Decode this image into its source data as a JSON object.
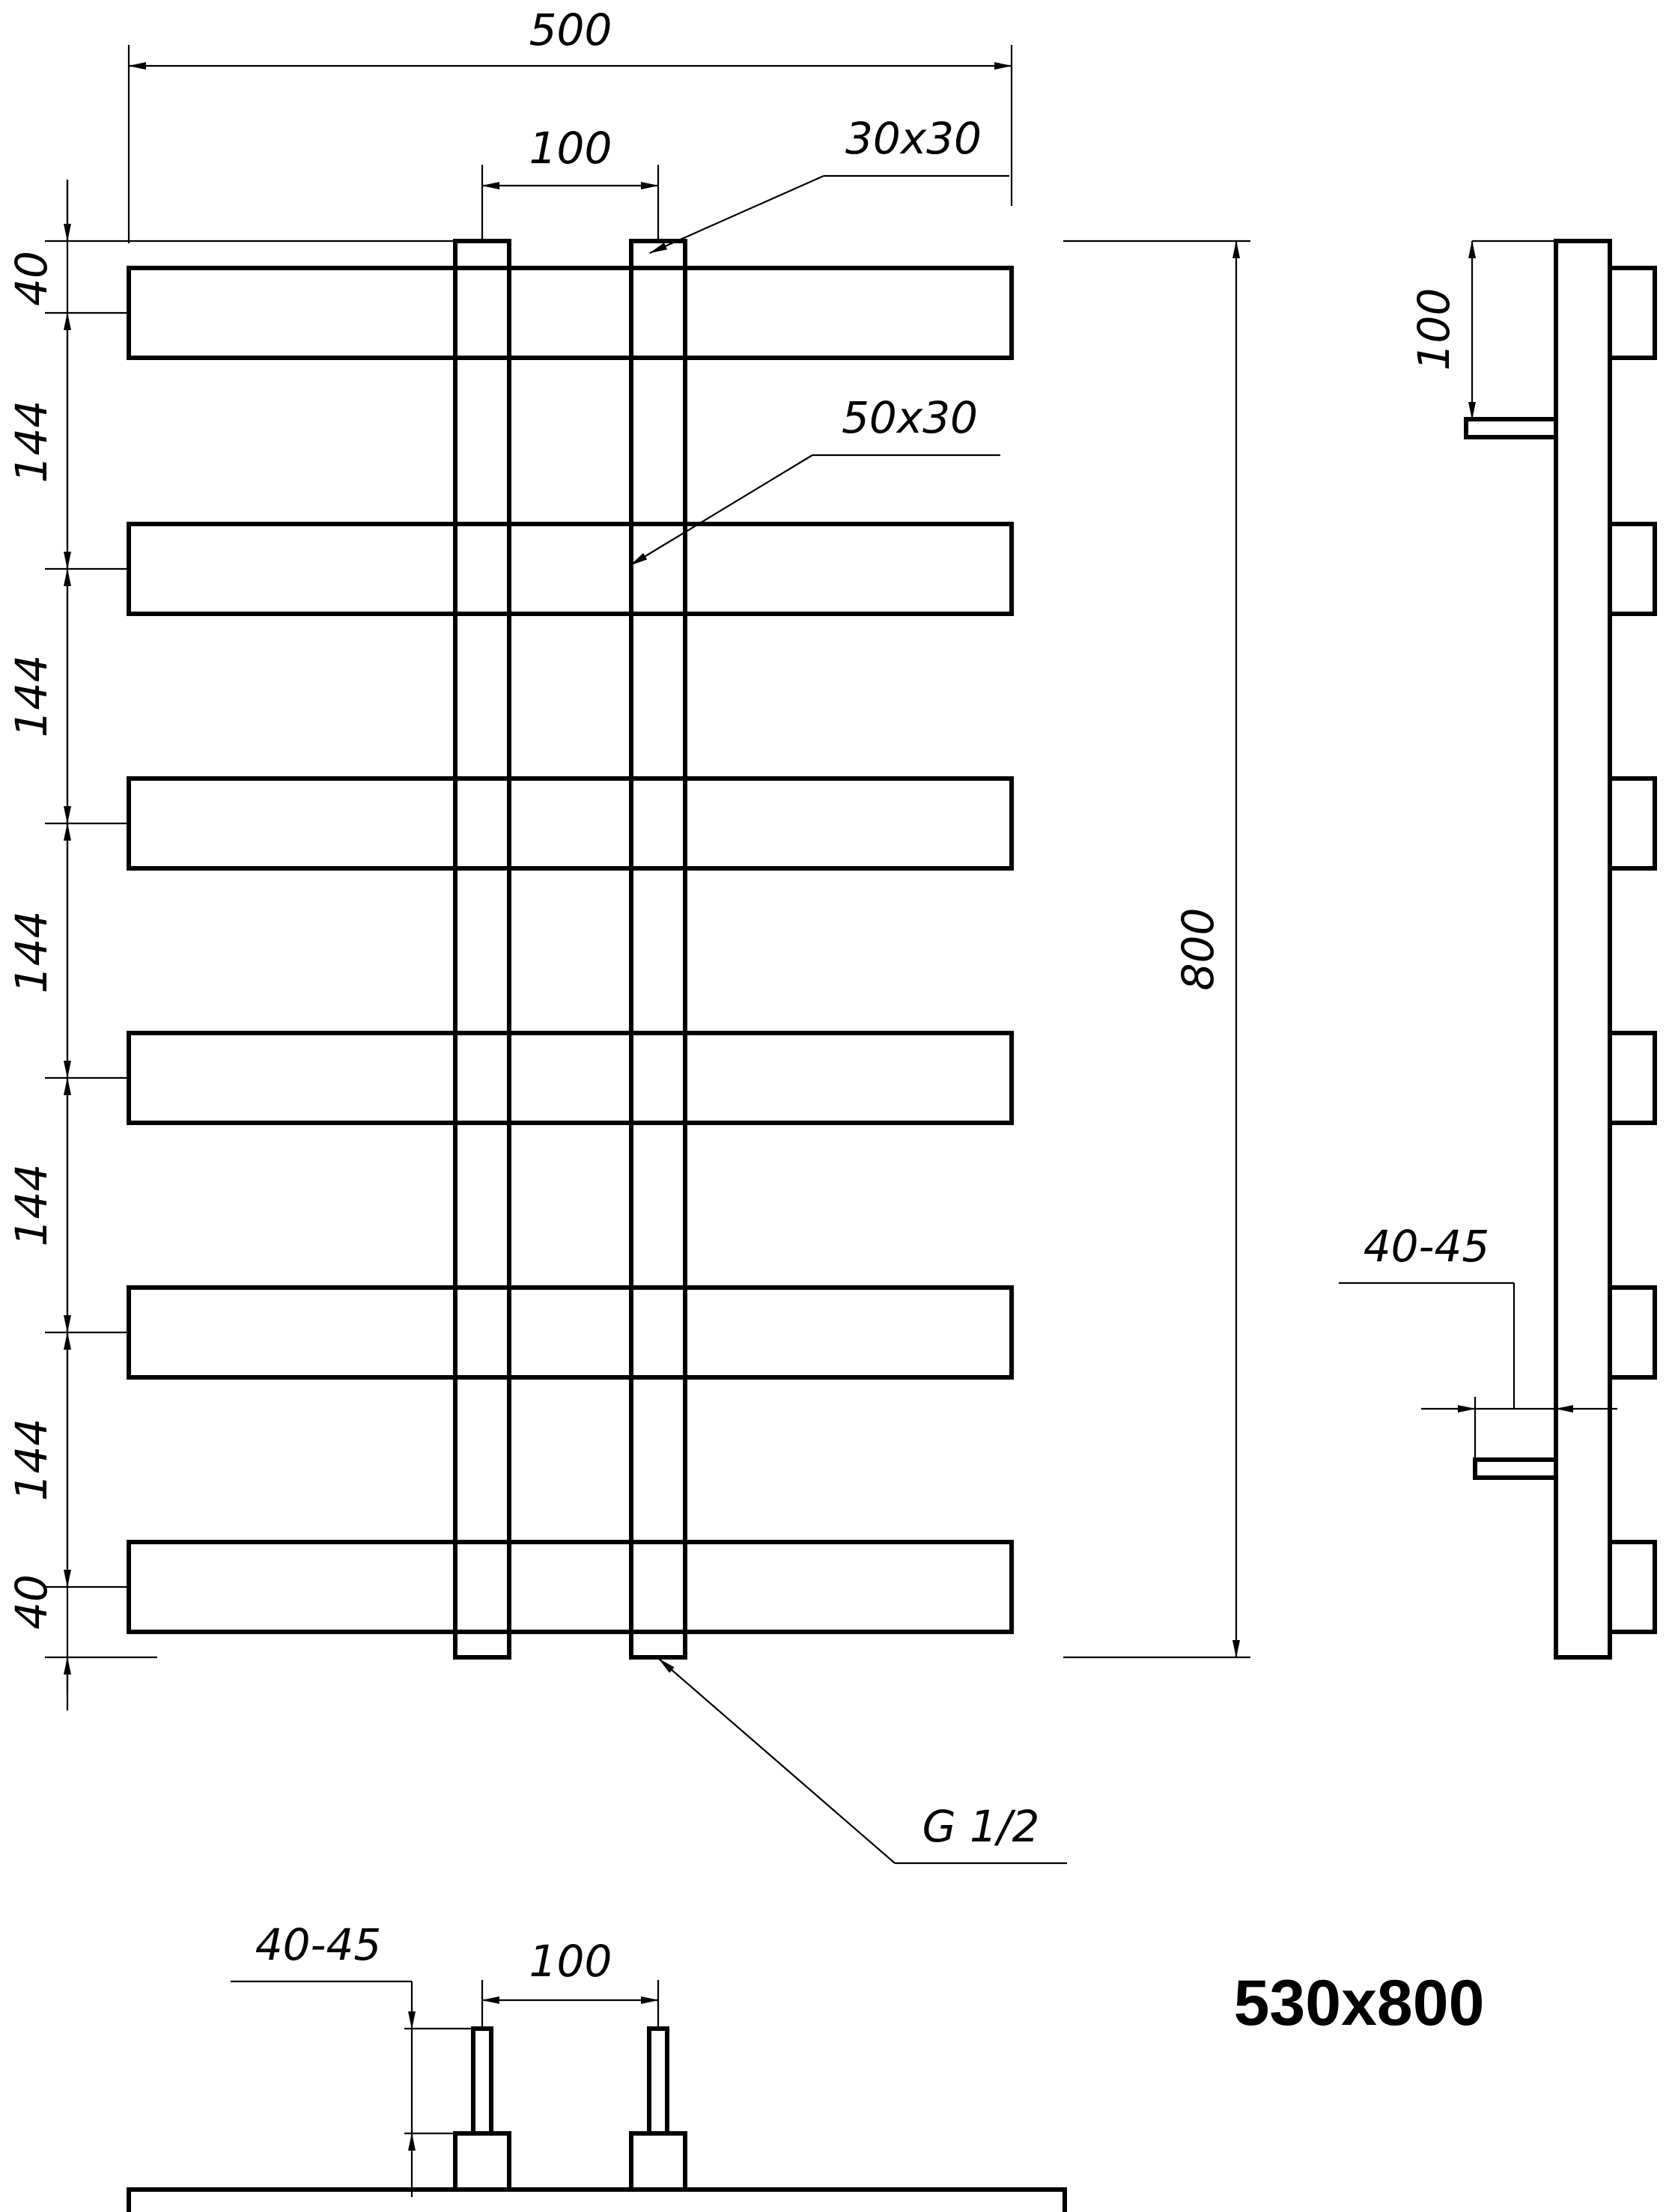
{
  "drawing": {
    "model_label": "530x800",
    "dims": {
      "width_total": "500",
      "axis_spacing_top": "100",
      "connector_size": "30x30",
      "bar_size": "50x30",
      "height_total": "800",
      "offset_top": "40",
      "pitch": [
        "144",
        "144",
        "144",
        "144",
        "144"
      ],
      "offset_bottom": "40",
      "thread": "G 1/2",
      "side_top": "100",
      "side_wall": "40-45",
      "bottom_wall": "40-45",
      "bottom_axis": "100"
    },
    "colors": {
      "line": "#000000",
      "background": "#ffffff"
    }
  }
}
